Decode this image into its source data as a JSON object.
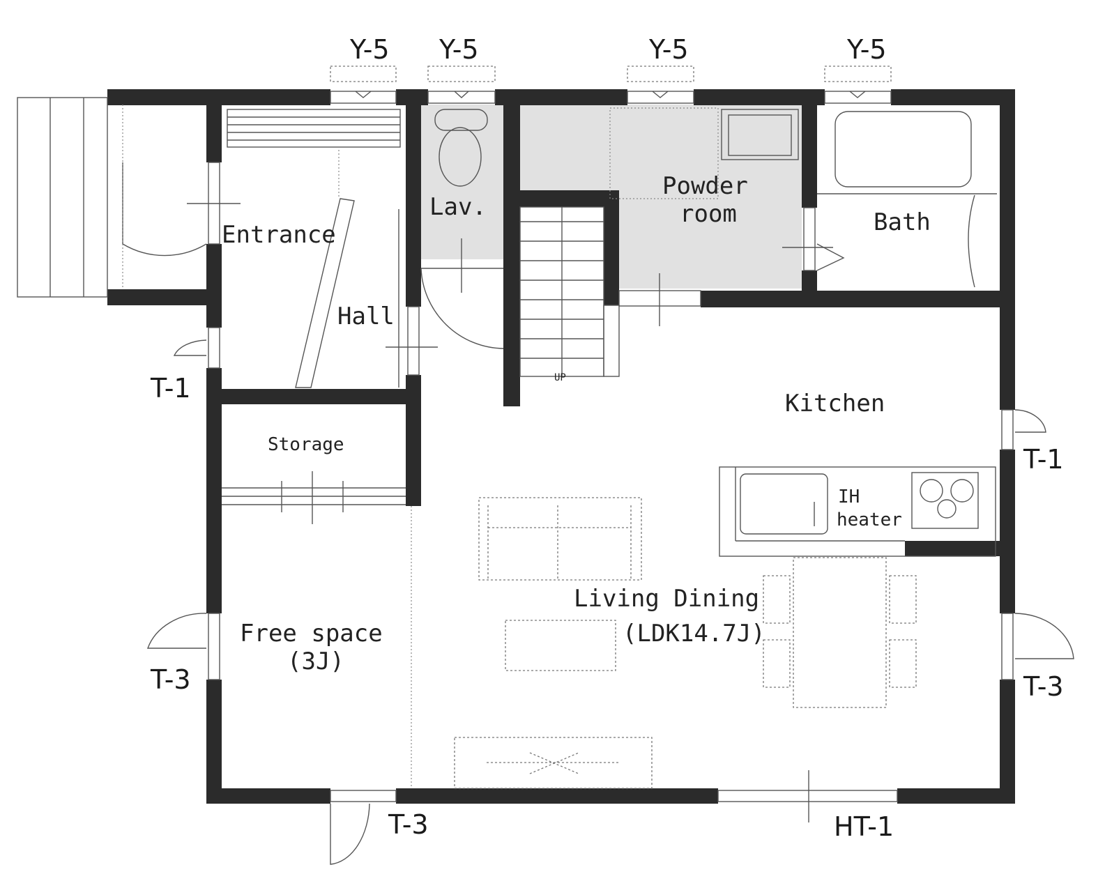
{
  "rooms": {
    "entrance": "Entrance",
    "hall": "Hall",
    "lav": "Lav.",
    "powder_room_line1": "Powder",
    "powder_room_line2": "room",
    "bath": "Bath",
    "kitchen": "Kitchen",
    "storage": "Storage",
    "ih_heater_line1": "IH",
    "ih_heater_line2": "heater",
    "living_dining_line1": "Living Dining",
    "living_dining_line2": "(LDK14.7J)",
    "free_space_line1": "Free space",
    "free_space_line2": "(3J)",
    "stair_up": "UP"
  },
  "openings": {
    "window_top_1": "Y-5",
    "window_top_2": "Y-5",
    "window_top_3": "Y-5",
    "window_top_4": "Y-5",
    "window_left_upper": "T-1",
    "window_right_upper": "T-1",
    "window_left_lower": "T-3",
    "window_right_lower": "T-3",
    "window_bottom_left": "T-3",
    "window_bottom_right": "HT-1"
  },
  "colors": {
    "wall": "#2b2b2b",
    "wet_area": "#e1e1e1",
    "background": "#ffffff"
  }
}
